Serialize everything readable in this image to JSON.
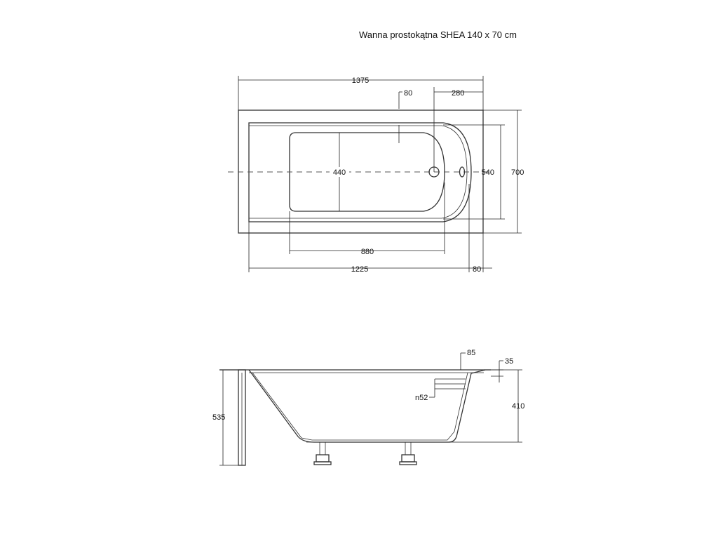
{
  "title": "Wanna prostokątna SHEA 140 x 70 cm",
  "top_view": {
    "overall_length": "1375",
    "overflow_offset": "80",
    "drain_offset": "280",
    "overall_width": "700",
    "inner_width": "540",
    "bottom_width": "440",
    "bottom_length": "880",
    "inner_length": "1225",
    "rim_right": "80"
  },
  "side_view": {
    "total_height": "535",
    "depth": "410",
    "overflow_offset": "85",
    "rim_thickness": "35",
    "overflow_diameter": "n52"
  },
  "colors": {
    "line": "#333333",
    "text": "#111111",
    "background": "#ffffff"
  }
}
